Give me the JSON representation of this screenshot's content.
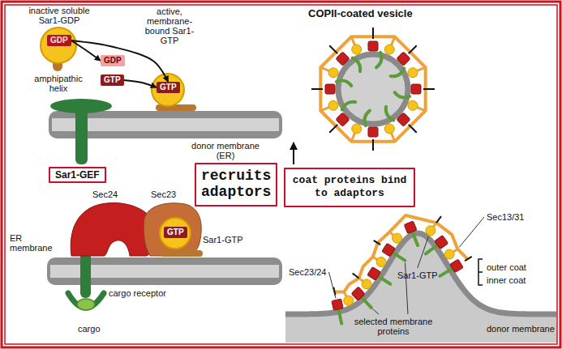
{
  "diagram": {
    "nodes": [
      {
        "text": [
          "GDP"
        ]
      },
      {
        "text": [
          "GDP"
        ]
      },
      {
        "text": [
          "GTP"
        ]
      },
      {
        "text": [
          "GTP"
        ]
      },
      {
        "text": [
          "Sar1-GEF"
        ]
      },
      {
        "text": [
          "recruits adaptors"
        ]
      },
      {
        "text": [
          "GTP"
        ]
      },
      {
        "text": [
          "coat proteins bind to adaptors"
        ]
      }
    ],
    "edges": [
      {
        "from": 0,
        "to": 3,
        "arrow": "to"
      },
      {
        "from": 0,
        "to": 1,
        "arrow": "to"
      },
      {
        "from": 2,
        "to": 3,
        "arrow": "to"
      }
    ],
    "labels": [
      "inactive soluble Sar1-GDP",
      "amphipathic helix",
      "active, membrane-bound Sar1-GTP",
      "donor membrane (ER)",
      "Sec24",
      "Sec23",
      "Sar1-GTP",
      "ER membrane",
      "cargo receptor",
      "cargo",
      "COPII-coated vesicle",
      "Sec13/31",
      "Sec23/24",
      "Sar1-GTP",
      "outer coat",
      "inner coat",
      "selected membrane proteins",
      "donor membrane"
    ]
  }
}
